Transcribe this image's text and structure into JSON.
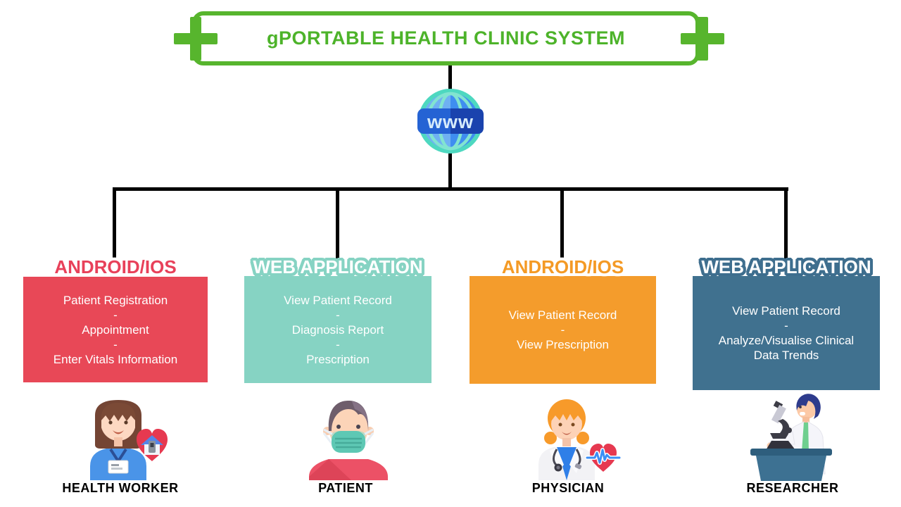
{
  "header": {
    "title": "gPORTABLE HEALTH CLINIC SYSTEM",
    "accent_color": "#57b52d"
  },
  "hub": {
    "label": "www",
    "icon": "globe-www-icon",
    "banner_color": "#2160d0",
    "globe_colors": {
      "rim": "#4ed8c0",
      "left": "#6fb1f2",
      "right": "#3f8ef0"
    }
  },
  "connector_color": "#000000",
  "branches": [
    {
      "platform": "ANDROID/IOS",
      "accent": "#e84857",
      "features": [
        "Patient Registration",
        "-",
        "Appointment",
        "-",
        "Enter Vitals Information"
      ],
      "actor": "HEALTH WORKER",
      "icon": "health-worker-icon"
    },
    {
      "platform": "WEB APPLICATION",
      "accent": "#86d3c3",
      "features": [
        "View Patient Record",
        "-",
        "Diagnosis Report",
        "-",
        "Prescription"
      ],
      "actor": "PATIENT",
      "icon": "masked-patient-icon"
    },
    {
      "platform": "ANDROID/IOS",
      "accent": "#f49c2c",
      "features": [
        "View Patient Record",
        "-",
        "View Prescription"
      ],
      "actor": "PHYSICIAN",
      "icon": "physician-heartbeat-icon"
    },
    {
      "platform": "WEB APPLICATION",
      "accent": "#40718f",
      "features": [
        "View Patient Record",
        "-",
        "Analyze/Visualise Clinical Data Trends"
      ],
      "actor": "RESEARCHER",
      "icon": "researcher-microscope-icon"
    }
  ]
}
